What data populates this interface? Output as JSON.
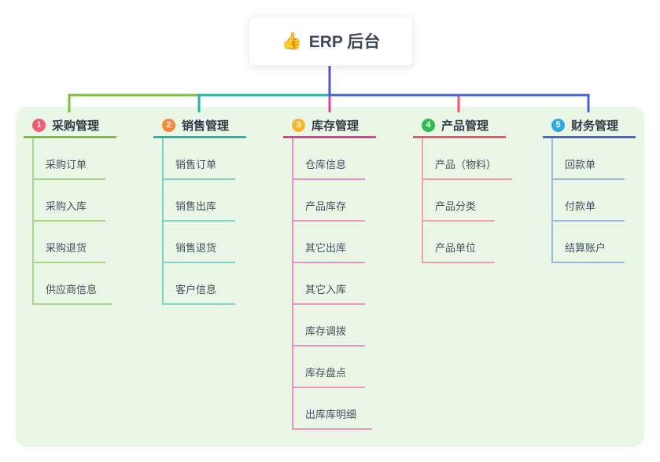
{
  "root": {
    "title": "ERP 后台",
    "icon": "👍",
    "icon_name": "thumbs-up-icon",
    "connector_color": "#4d55d2"
  },
  "panel": {
    "background": "#ebf7e6"
  },
  "branches": [
    {
      "number": "1",
      "title": "采购管理",
      "badge_color": "#f25c72",
      "line_color": "#7cbf3f",
      "sub_line_color": "#abd687",
      "items": [
        "采购订单",
        "采购入库",
        "采购退货",
        "供应商信息"
      ]
    },
    {
      "number": "2",
      "title": "销售管理",
      "badge_color": "#f8883f",
      "line_color": "#1fb7aa",
      "sub_line_color": "#82d3c9",
      "items": [
        "销售订单",
        "销售出库",
        "销售退货",
        "客户信息"
      ]
    },
    {
      "number": "3",
      "title": "库存管理",
      "badge_color": "#f8b62c",
      "line_color": "#e23d9d",
      "sub_line_color": "#ef93c4",
      "items": [
        "仓库信息",
        "产品库存",
        "其它出库",
        "其它入库",
        "库存调拨",
        "库存盘点",
        "出库库明细"
      ]
    },
    {
      "number": "4",
      "title": "产品管理",
      "badge_color": "#31ba51",
      "line_color": "#f4516c",
      "sub_line_color": "#f79fae",
      "items": [
        "产品（物料）",
        "产品分类",
        "产品单位"
      ]
    },
    {
      "number": "5",
      "title": "财务管理",
      "badge_color": "#2fa9e1",
      "line_color": "#4a63d4",
      "sub_line_color": "#a3b6ea",
      "items": [
        "回款单",
        "付款单",
        "结算账户"
      ]
    }
  ]
}
